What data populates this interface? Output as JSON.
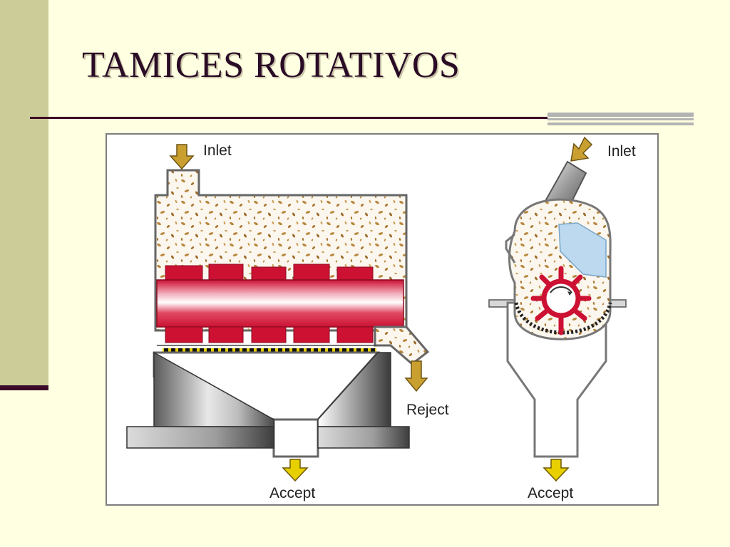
{
  "slide": {
    "title": "TAMICES ROTATIVOS"
  },
  "diagram": {
    "left_screen": {
      "inlet_label": "Inlet",
      "reject_label": "Reject",
      "accept_label": "Accept"
    },
    "right_screen": {
      "inlet_label": "Inlet",
      "accept_label": "Accept"
    }
  },
  "colors": {
    "background": "#ffffe1",
    "sidebar": "#cccc99",
    "rule": "#3c0a28",
    "rotor": "#cc1133",
    "pulp_fiber": "#b8873c",
    "arrow": "#e8d000",
    "inlet_arrow": "#c9a030"
  }
}
